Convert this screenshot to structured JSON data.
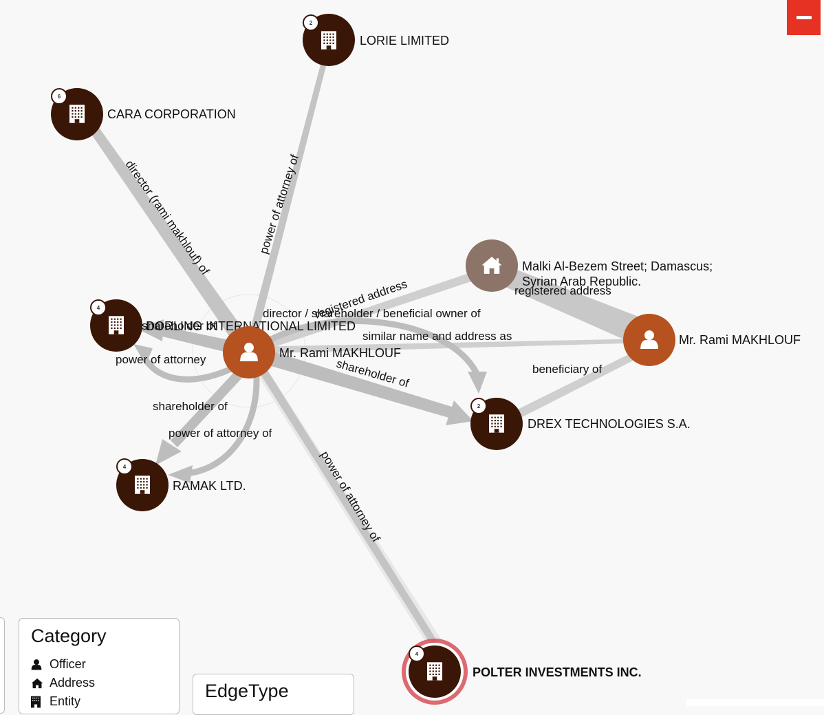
{
  "nodes": [
    {
      "id": "rami_center",
      "label": "Mr. Rami MAKHLOUF",
      "type": "officer",
      "color": "#b5521f"
    },
    {
      "id": "rami_right",
      "label": "Mr. Rami MAKHLOUF",
      "type": "officer",
      "color": "#b5521f"
    },
    {
      "id": "malki",
      "label_line1": "Malki Al-Bezem Street; Damascus;",
      "label_line2": "Syrian Arab Republic.",
      "type": "address",
      "color": "#8c7468"
    },
    {
      "id": "lorie",
      "label": "LORIE LIMITED",
      "type": "entity",
      "badge": "2",
      "color": "#3a1606"
    },
    {
      "id": "cara",
      "label": "CARA CORPORATION",
      "type": "entity",
      "badge": "6",
      "color": "#3a1606"
    },
    {
      "id": "dorling",
      "label": "DORLING INTERNATIONAL LIMITED",
      "type": "entity",
      "badge": "4",
      "color": "#3a1606"
    },
    {
      "id": "ramak",
      "label": "RAMAK LTD.",
      "type": "entity",
      "badge": "4",
      "color": "#3a1606"
    },
    {
      "id": "drex",
      "label": "DREX TECHNOLOGIES S.A.",
      "type": "entity",
      "badge": "2",
      "color": "#3a1606"
    },
    {
      "id": "polter",
      "label": "POLTER INVESTMENTS INC.",
      "type": "entity",
      "badge": "4",
      "color": "#3a1606",
      "highlight": "#d8505a"
    }
  ],
  "edges": {
    "power_of_attorney_lorie": "power of attorney of",
    "director_cara": "director (rami makhlouf) of",
    "registered_address_center": "registered address",
    "registered_address_right": "registered address",
    "director_shareholder_drex": "director / shareholder / beneficial owner of",
    "similar_name": "similar name and address as",
    "shareholder_dorling": "shareholder of",
    "power_of_attorney_dorling": "power of attorney",
    "shareholder_drex": "shareholder of",
    "beneficiary_drex": "beneficiary of",
    "shareholder_ramak": "shareholder of",
    "power_of_attorney_ramak": "power of attorney of",
    "power_of_attorney_polter": "power of attorney of"
  },
  "legend": {
    "category": {
      "title": "Category",
      "items": [
        {
          "label": "Officer",
          "icon": "person-icon"
        },
        {
          "label": "Address",
          "icon": "home-icon"
        },
        {
          "label": "Entity",
          "icon": "building-icon"
        }
      ]
    },
    "edgetype": {
      "title": "EdgeType"
    }
  }
}
